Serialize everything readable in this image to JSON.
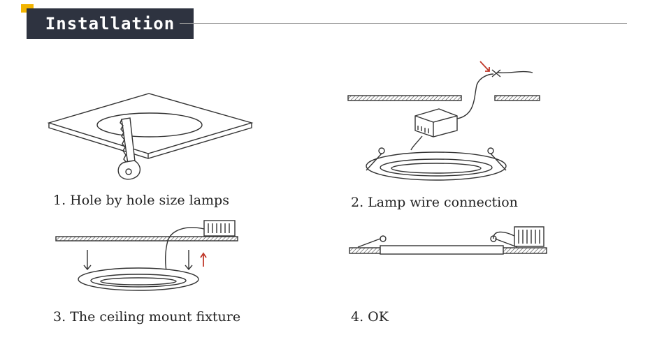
{
  "header": {
    "title": "Installation"
  },
  "steps": [
    {
      "caption": "1. Hole by hole size lamps"
    },
    {
      "caption": "2. Lamp wire connection"
    },
    {
      "caption": "3. The ceiling mount fixture"
    },
    {
      "caption": "4. OK"
    }
  ],
  "colors": {
    "title_bg": "#2e3340",
    "accent": "#f2b400",
    "line": "#333333",
    "arrow": "#c0392b"
  },
  "icons": [
    "saw-icon",
    "driver-box-icon",
    "arrow-up-icon"
  ]
}
